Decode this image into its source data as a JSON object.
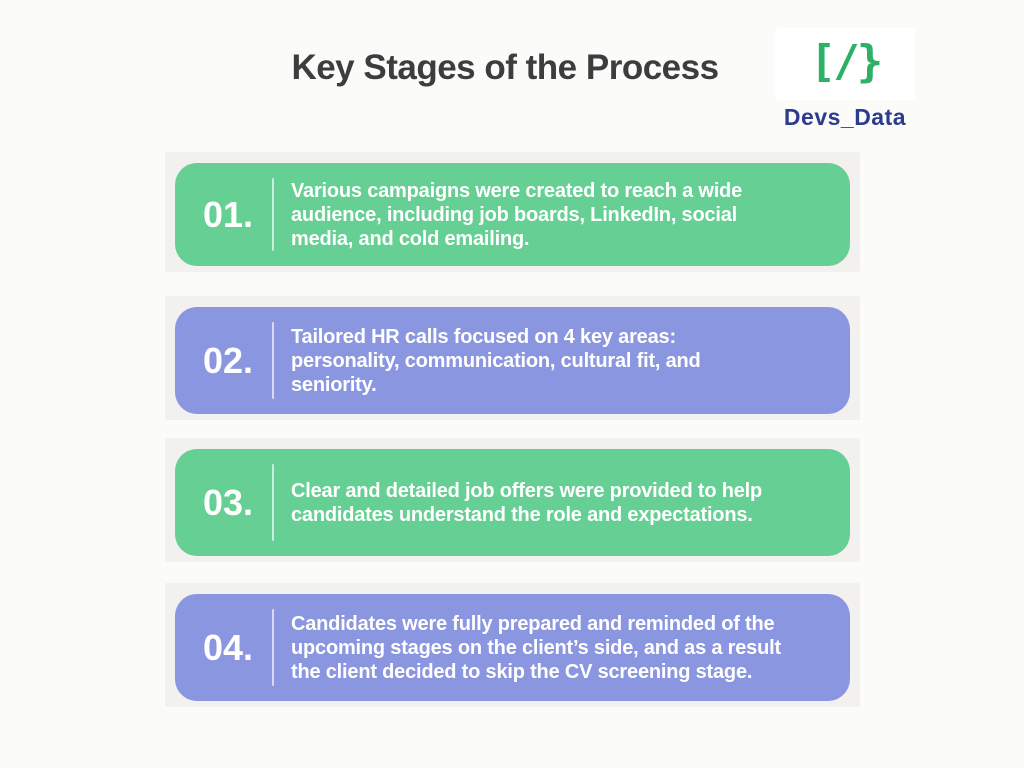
{
  "header": {
    "title": "Key Stages of the Process"
  },
  "logo": {
    "symbol": "[/}",
    "wordmark": "Devs_Data",
    "symbol_color": "#2db167",
    "wordmark_color": "#2c3a90"
  },
  "colors": {
    "page_bg": "#fbfbfa",
    "panel_bg": "#f2f1ef",
    "green": "#66d094",
    "purple": "#8b96e0",
    "title": "#3d3d3d",
    "card_text": "#ffffff"
  },
  "stages": [
    {
      "number": "01.",
      "color_key": "green",
      "text": "Various campaigns were created to reach a wide\naudience, including job boards, LinkedIn, social\nmedia, and cold emailing."
    },
    {
      "number": "02.",
      "color_key": "purple",
      "text": "Tailored HR calls focused on 4 key areas:\npersonality, communication, cultural fit, and\nseniority."
    },
    {
      "number": "03.",
      "color_key": "green",
      "text": "Clear and detailed job offers were provided to help\ncandidates understand the role and expectations."
    },
    {
      "number": "04.",
      "color_key": "purple",
      "text": "Candidates were fully prepared and reminded of the\nupcoming stages on the client’s side, and as a result\nthe client decided to skip the CV screening stage."
    }
  ]
}
